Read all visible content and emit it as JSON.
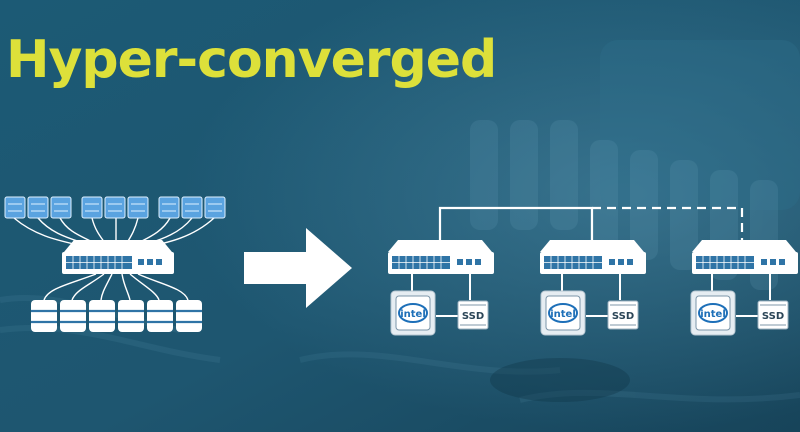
{
  "title": "Hyper-converged",
  "labels": {
    "cpu_brand": "intel",
    "ssd": "SSD"
  },
  "colors": {
    "title": "#dde03a",
    "background": "#1d5670",
    "device": "#ffffff",
    "device_accent": "#2f74a6"
  },
  "icons": {
    "left_servers": "rack-server-icon",
    "left_switch": "network-switch-icon",
    "left_storage": "database-disk-icon",
    "arrow": "right-arrow-icon",
    "node_server": "rack-server-icon",
    "node_cpu": "intel-cpu-chip-icon",
    "node_ssd": "ssd-drive-icon"
  },
  "nodes": [
    {
      "cpu": "intel",
      "ssd": "SSD"
    },
    {
      "cpu": "intel",
      "ssd": "SSD"
    },
    {
      "cpu": "intel",
      "ssd": "SSD"
    }
  ]
}
